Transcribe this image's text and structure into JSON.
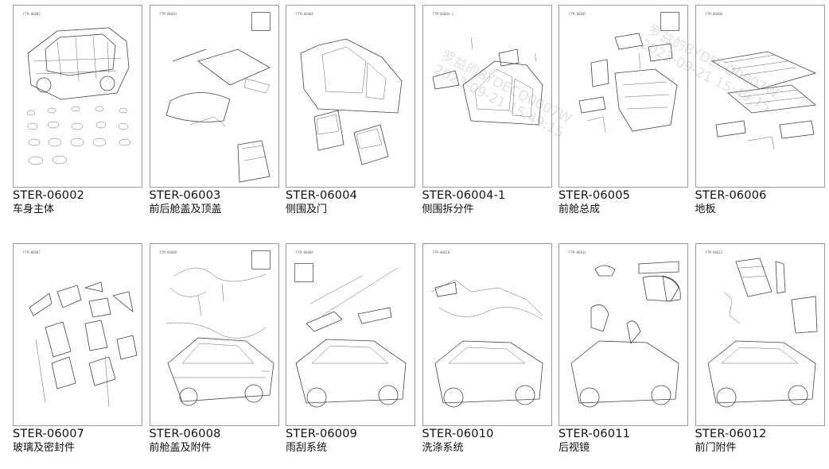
{
  "catalog": {
    "items": [
      {
        "code": "STER-06002",
        "name": "车身主体"
      },
      {
        "code": "STER-06003",
        "name": "前后舱盖及顶盖"
      },
      {
        "code": "STER-06004",
        "name": "侧围及门"
      },
      {
        "code": "STER-06004-1",
        "name": "侧围拆分件"
      },
      {
        "code": "STER-06005",
        "name": "前舱总成"
      },
      {
        "code": "STER-06006",
        "name": "地板"
      },
      {
        "code": "STER-06007",
        "name": "玻璃及密封件"
      },
      {
        "code": "STER-06008",
        "name": "前舱盖及附件"
      },
      {
        "code": "STER-06009",
        "name": "雨刮系统"
      },
      {
        "code": "STER-06010",
        "name": "洗涤系统"
      },
      {
        "code": "STER-06011",
        "name": "后视镜"
      },
      {
        "code": "STER-06012",
        "name": "前门附件"
      }
    ]
  },
  "watermarks": [
    {
      "line1": "罗益的BYDECQ0007W",
      "line2": "2023-09-21 15:49:15"
    },
    {
      "line1": "罗益的BYDECQ0007W",
      "line2": "2023-09-21 15:49:15"
    }
  ]
}
